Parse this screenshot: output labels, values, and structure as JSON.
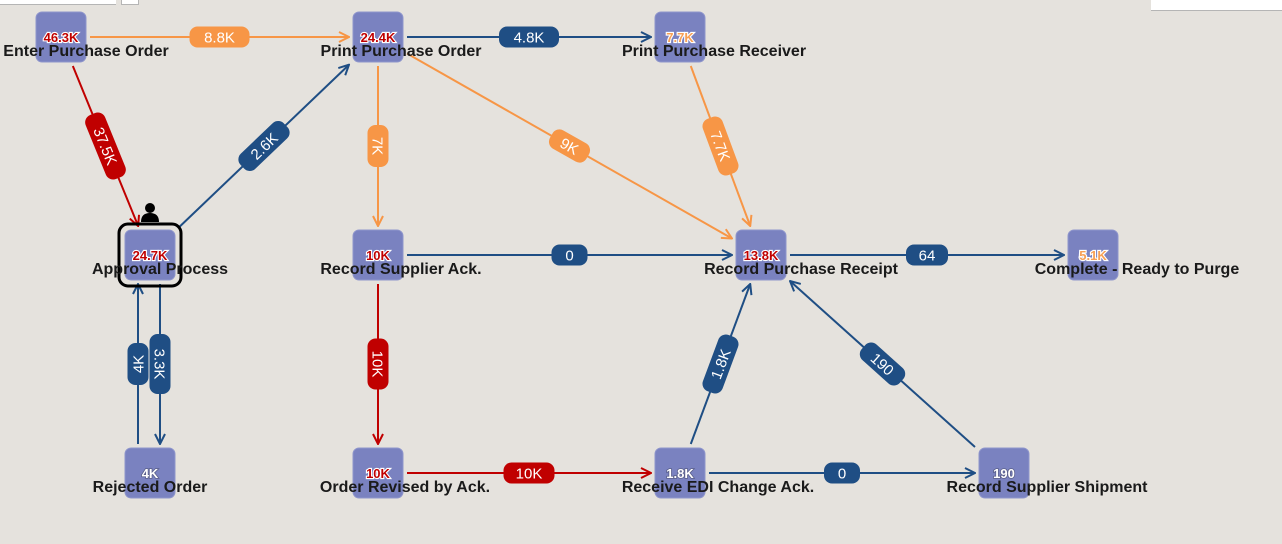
{
  "colors": {
    "blue": "#1f4e84",
    "orange": "#f79646",
    "red": "#c00000",
    "node": "#7a82c0"
  },
  "nodes": [
    {
      "id": "enter-po",
      "label": "Enter Purchase Order",
      "count": "46.3K",
      "countStyle": "red"
    },
    {
      "id": "print-po",
      "label": "Print Purchase Order",
      "count": "24.4K",
      "countStyle": "red"
    },
    {
      "id": "print-receiver",
      "label": "Print Purchase Receiver",
      "count": "7.7K",
      "countStyle": "orange"
    },
    {
      "id": "approval",
      "label": "Approval Process",
      "count": "24.7K",
      "countStyle": "red",
      "selected": true
    },
    {
      "id": "supplier-ack",
      "label": "Record Supplier Ack.",
      "count": "10K",
      "countStyle": "red"
    },
    {
      "id": "purchase-receipt",
      "label": "Record Purchase Receipt",
      "count": "13.8K",
      "countStyle": "red"
    },
    {
      "id": "complete",
      "label": "Complete - Ready to Purge",
      "count": "5.1K",
      "countStyle": "orange"
    },
    {
      "id": "rejected",
      "label": "Rejected Order",
      "count": "4K",
      "countStyle": "white"
    },
    {
      "id": "order-revised",
      "label": "Order Revised by Ack.",
      "count": "10K",
      "countStyle": "red"
    },
    {
      "id": "edi-change",
      "label": "Receive EDI Change Ack.",
      "count": "1.8K",
      "countStyle": "white"
    },
    {
      "id": "supplier-shipment",
      "label": "Record Supplier Shipment",
      "count": "190",
      "countStyle": "white"
    }
  ],
  "edges": [
    {
      "from": "enter-po",
      "to": "print-po",
      "label": "8.8K",
      "color": "orange"
    },
    {
      "from": "print-po",
      "to": "print-receiver",
      "label": "4.8K",
      "color": "blue"
    },
    {
      "from": "enter-po",
      "to": "approval",
      "label": "37.5K",
      "color": "red"
    },
    {
      "from": "approval",
      "to": "print-po",
      "label": "2.6K",
      "color": "blue"
    },
    {
      "from": "print-po",
      "to": "supplier-ack",
      "label": "7K",
      "color": "orange"
    },
    {
      "from": "print-po",
      "to": "purchase-receipt",
      "label": "9K",
      "color": "orange"
    },
    {
      "from": "print-receiver",
      "to": "purchase-receipt",
      "label": "7.7K",
      "color": "orange"
    },
    {
      "from": "supplier-ack",
      "to": "purchase-receipt",
      "label": "0",
      "color": "blue"
    },
    {
      "from": "purchase-receipt",
      "to": "complete",
      "label": "64",
      "color": "blue"
    },
    {
      "from": "supplier-ack",
      "to": "order-revised",
      "label": "10K",
      "color": "red"
    },
    {
      "from": "order-revised",
      "to": "edi-change",
      "label": "10K",
      "color": "red"
    },
    {
      "from": "edi-change",
      "to": "purchase-receipt",
      "label": "1.8K",
      "color": "blue"
    },
    {
      "from": "edi-change",
      "to": "supplier-shipment",
      "label": "0",
      "color": "blue"
    },
    {
      "from": "supplier-shipment",
      "to": "purchase-receipt",
      "label": "190",
      "color": "blue"
    },
    {
      "from": "rejected",
      "to": "approval",
      "label": "4K",
      "color": "blue"
    },
    {
      "from": "approval",
      "to": "rejected",
      "label": "3.3K",
      "color": "blue"
    }
  ],
  "user_icon": "user-icon"
}
